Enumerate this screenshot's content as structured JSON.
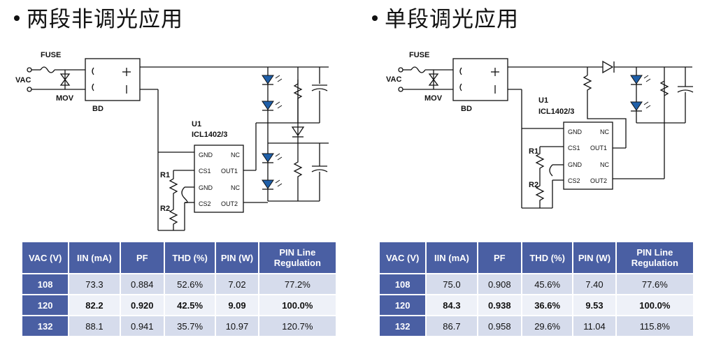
{
  "left": {
    "title": "两段非调光应用",
    "labels": {
      "fuse": "FUSE",
      "vac": "VAC",
      "mov": "MOV",
      "bd": "BD",
      "u1": "U1",
      "ic": "ICL1402/3",
      "r1": "R1",
      "r2": "R2"
    },
    "ic_pins": {
      "gnd1": "GND",
      "nc1": "NC",
      "cs1": "CS1",
      "out1": "OUT1",
      "gnd2": "GND",
      "nc2": "NC",
      "cs2": "CS2",
      "out2": "OUT2"
    },
    "table": {
      "headers": [
        "VAC (V)",
        "IIN (mA)",
        "PF",
        "THD (%)",
        "PIN (W)",
        "PIN Line Regulation"
      ],
      "rows": [
        [
          "108",
          "73.3",
          "0.884",
          "52.6%",
          "7.02",
          "77.2%"
        ],
        [
          "120",
          "82.2",
          "0.920",
          "42.5%",
          "9.09",
          "100.0%"
        ],
        [
          "132",
          "88.1",
          "0.941",
          "35.7%",
          "10.97",
          "120.7%"
        ]
      ]
    }
  },
  "right": {
    "title": "单段调光应用",
    "labels": {
      "fuse": "FUSE",
      "vac": "VAC",
      "mov": "MOV",
      "bd": "BD",
      "u1": "U1",
      "ic": "ICL1402/3",
      "r1": "R1",
      "r2": "R2"
    },
    "ic_pins": {
      "gnd1": "GND",
      "nc1": "NC",
      "cs1": "CS1",
      "out1": "OUT1",
      "gnd2": "GND",
      "nc2": "NC",
      "cs2": "CS2",
      "out2": "OUT2"
    },
    "table": {
      "headers": [
        "VAC (V)",
        "IIN (mA)",
        "PF",
        "THD (%)",
        "PIN (W)",
        "PIN Line Regulation"
      ],
      "rows": [
        [
          "108",
          "75.0",
          "0.908",
          "45.6%",
          "7.40",
          "77.6%"
        ],
        [
          "120",
          "84.3",
          "0.938",
          "36.6%",
          "9.53",
          "100.0%"
        ],
        [
          "132",
          "86.7",
          "0.958",
          "29.6%",
          "11.04",
          "115.8%"
        ]
      ]
    }
  },
  "colors": {
    "header_bg": "#4a5fa3",
    "row_light": "#d6dcec",
    "row_alt": "#eef1f8",
    "led": "#1f5fa8"
  }
}
